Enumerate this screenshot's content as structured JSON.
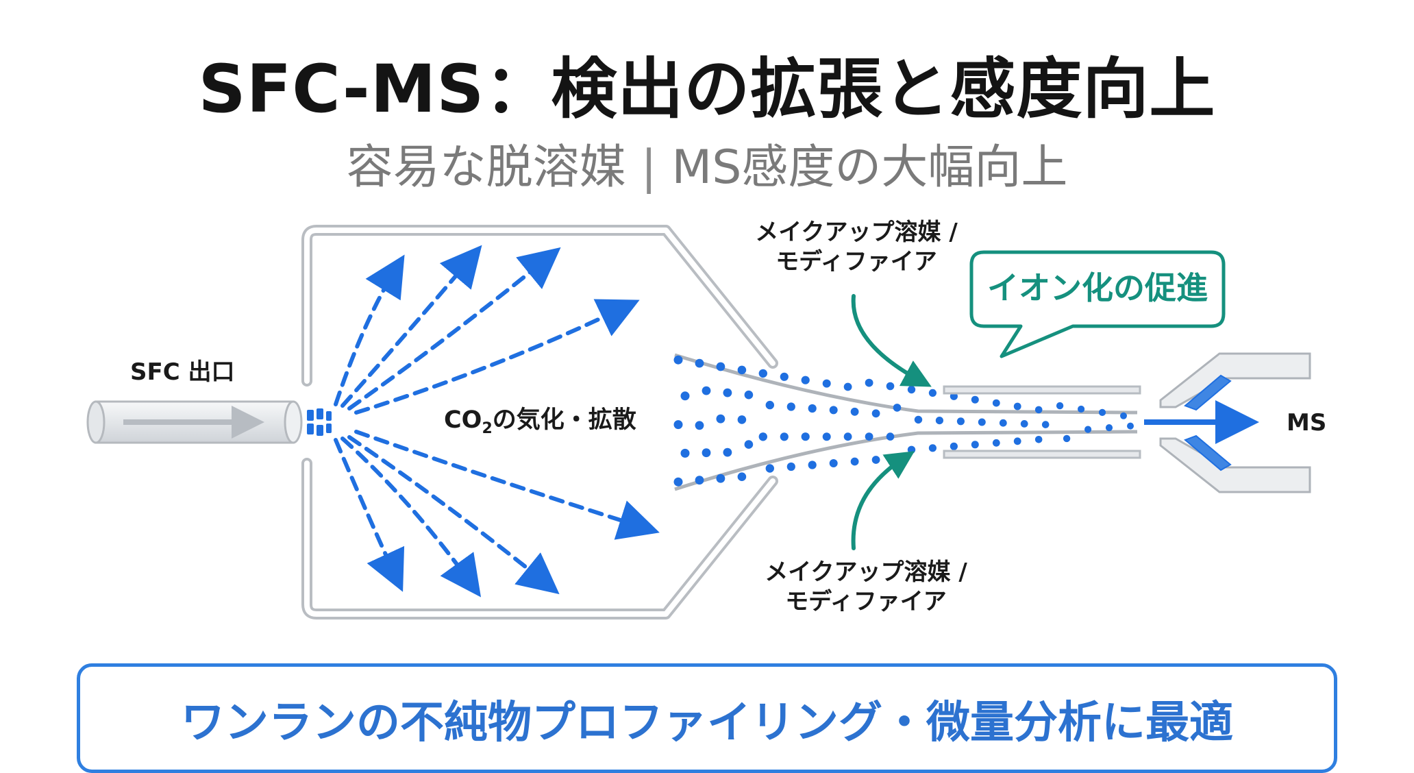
{
  "title": "SFC-MS：検出の拡張と感度向上",
  "subtitle": {
    "left": "容易な脱溶媒",
    "separator": "|",
    "right": "MS感度の大幅向上"
  },
  "labels": {
    "sfc_outlet": "SFC 出口",
    "vaporization_prefix": "CO",
    "vaporization_sub": "2",
    "vaporization_suffix": "の気化・拡散",
    "makeup_top_line1": "メイクアップ溶媒 /",
    "makeup_top_line2": "モディファイア",
    "makeup_bottom_line1": "メイクアップ溶媒 /",
    "makeup_bottom_line2": "モディファイア",
    "ionization_callout": "イオン化の促進",
    "ms": "MS"
  },
  "bottom_banner": "ワンランの不純物プロファイリング・微量分析に最適",
  "colors": {
    "blue": "#1f6fe0",
    "teal": "#15907e",
    "gray_outline": "#b9bdc2",
    "gray_fill": "#eef0f2"
  }
}
